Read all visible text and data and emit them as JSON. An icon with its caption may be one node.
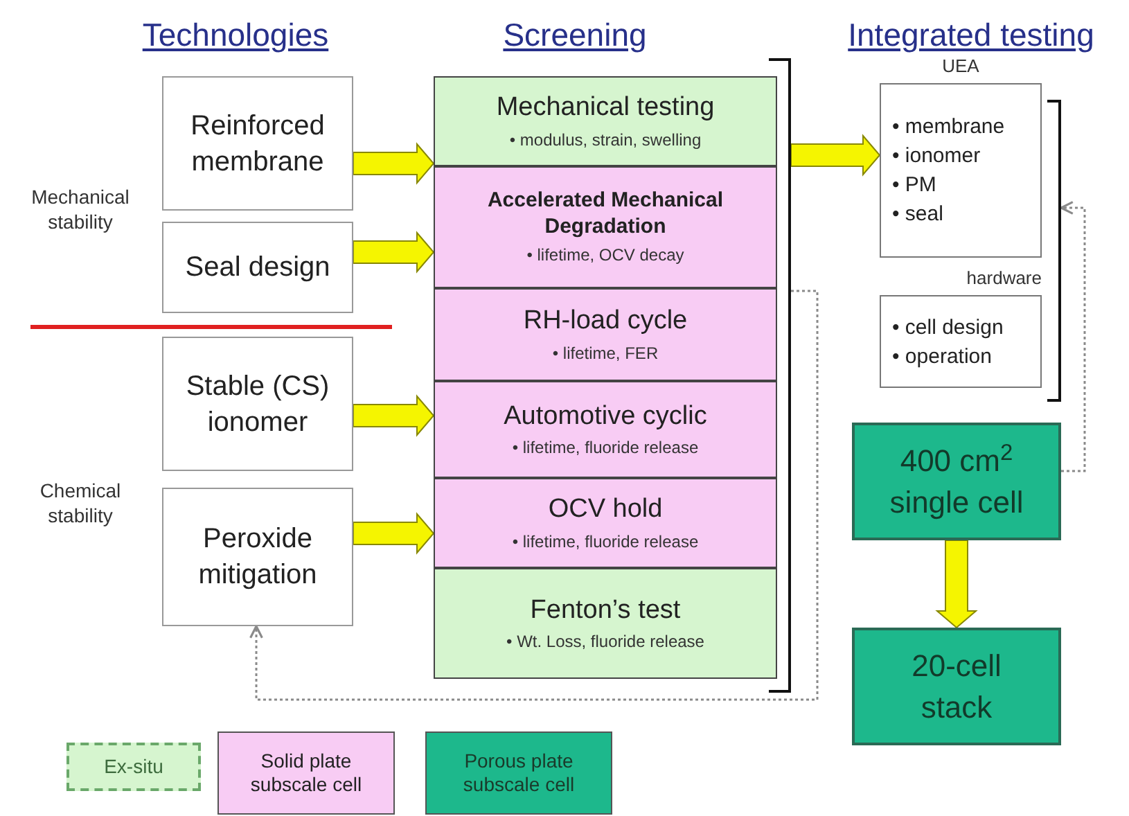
{
  "diagram": {
    "nodes": [
      {
        "text": [
          "Reinforced membrane"
        ]
      },
      {
        "text": [
          "Seal design"
        ]
      },
      {
        "text": [
          "Stable (CS) ionomer"
        ]
      },
      {
        "text": [
          "Peroxide mitigation"
        ]
      },
      {
        "text": [
          "Mechanical testing",
          "• modulus, strain, swelling"
        ]
      },
      {
        "text": [
          "Accelerated Mechanical Degradation",
          "• lifetime, OCV decay"
        ]
      },
      {
        "text": [
          "RH-load cycle",
          "• lifetime, FER"
        ]
      },
      {
        "text": [
          "Automotive cyclic",
          "• lifetime, fluoride release"
        ]
      },
      {
        "text": [
          "OCV hold",
          "• lifetime, fluoride release"
        ]
      },
      {
        "text": [
          "Fenton’s test",
          "• Wt. Loss, fluoride release"
        ]
      },
      {
        "text": [
          "UEA",
          "• membrane",
          "• ionomer",
          "• PM",
          "• seal"
        ]
      },
      {
        "text": [
          "hardware",
          "• cell design",
          "• operation"
        ]
      },
      {
        "text": [
          "400 cm$^{2}$ single cell"
        ]
      },
      {
        "text": [
          "20-cell stack"
        ]
      },
      {
        "text": [],
        "shape": "bracket"
      },
      {
        "text": [],
        "shape": "bracket"
      }
    ],
    "edges": [
      {
        "from": 0,
        "to": 4,
        "arrow": "to",
        "style": "thick"
      },
      {
        "from": 1,
        "to": 5,
        "arrow": "to",
        "style": "thick"
      },
      {
        "from": 2,
        "to": 7,
        "arrow": "to",
        "style": "thick"
      },
      {
        "from": 3,
        "to": 8,
        "arrow": "to",
        "style": "thick"
      },
      {
        "from": 14,
        "to": 10,
        "arrow": "to",
        "style": "thick"
      },
      {
        "from": 12,
        "to": 13,
        "arrow": "to",
        "style": "thick"
      },
      {
        "from": 12,
        "to": 15,
        "arrow": "to",
        "style": "dashed",
        "color": "#8a8a8a"
      },
      {
        "from": 14,
        "to": 3,
        "arrow": "to",
        "style": "dashed",
        "color": "#8a8a8a"
      }
    ],
    "labels": [
      "Technologies",
      "Screening",
      "Integrated testing",
      "Mechanical stability",
      "Chemical stability"
    ],
    "legend": [
      {
        "text": "Ex-situ",
        "color": "#d6f5cf"
      },
      {
        "text": "Solid plate subscale cell",
        "color": "#f8ccf4"
      },
      {
        "text": "Porous plate subscale cell",
        "color": "#1db88c"
      }
    ]
  }
}
